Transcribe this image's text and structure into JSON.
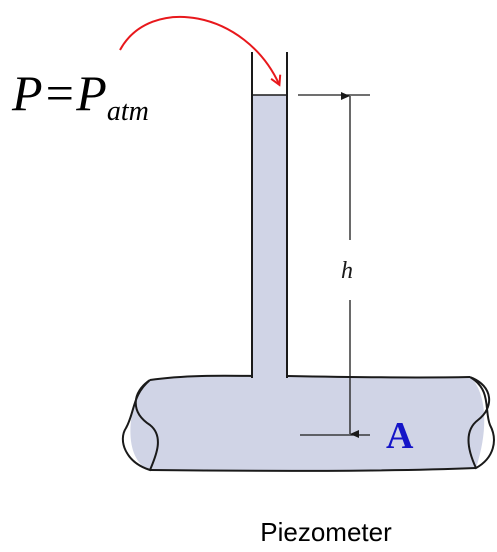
{
  "pressure_label": {
    "main": "P=P",
    "subscript": "atm"
  },
  "height_label": "h",
  "point_label": "A",
  "caption": "Piezometer",
  "colors": {
    "fluid": "#d0d4e6",
    "outline": "#1a1a1a",
    "arrow": "#e8181c",
    "point_label": "#1515c8",
    "text": "#000000"
  }
}
